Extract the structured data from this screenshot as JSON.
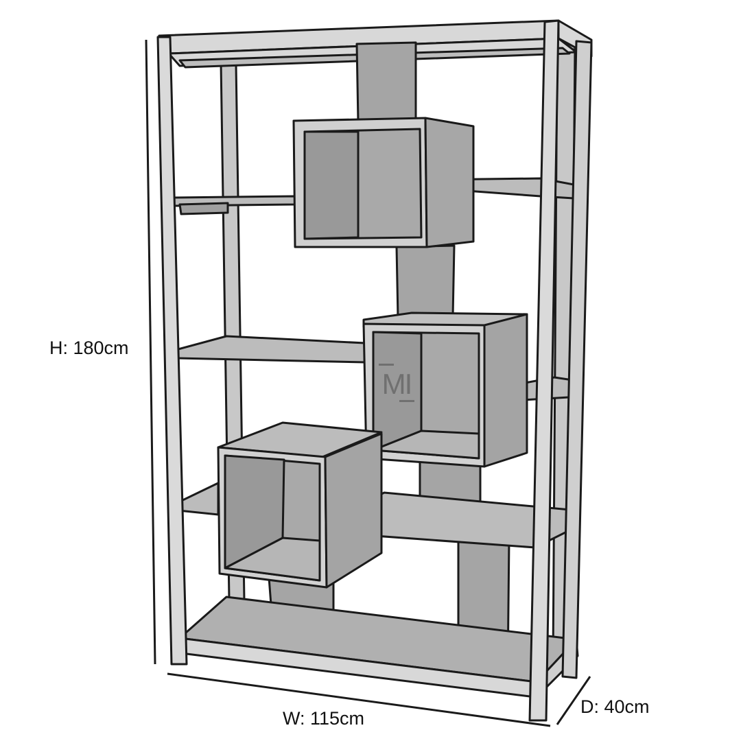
{
  "dimensions": {
    "height_label": "H: 180cm",
    "width_label": "W: 115cm",
    "depth_label": "D: 40cm"
  },
  "logo": {
    "text": "MI"
  },
  "colors": {
    "line": "#1a1a1a",
    "panel": "#a9a9a9",
    "panel_dark": "#8f8f8f",
    "panel_light": "#c4c4c4",
    "frame": "#d8d8d8",
    "background": "#ffffff",
    "logo": "#707070"
  }
}
